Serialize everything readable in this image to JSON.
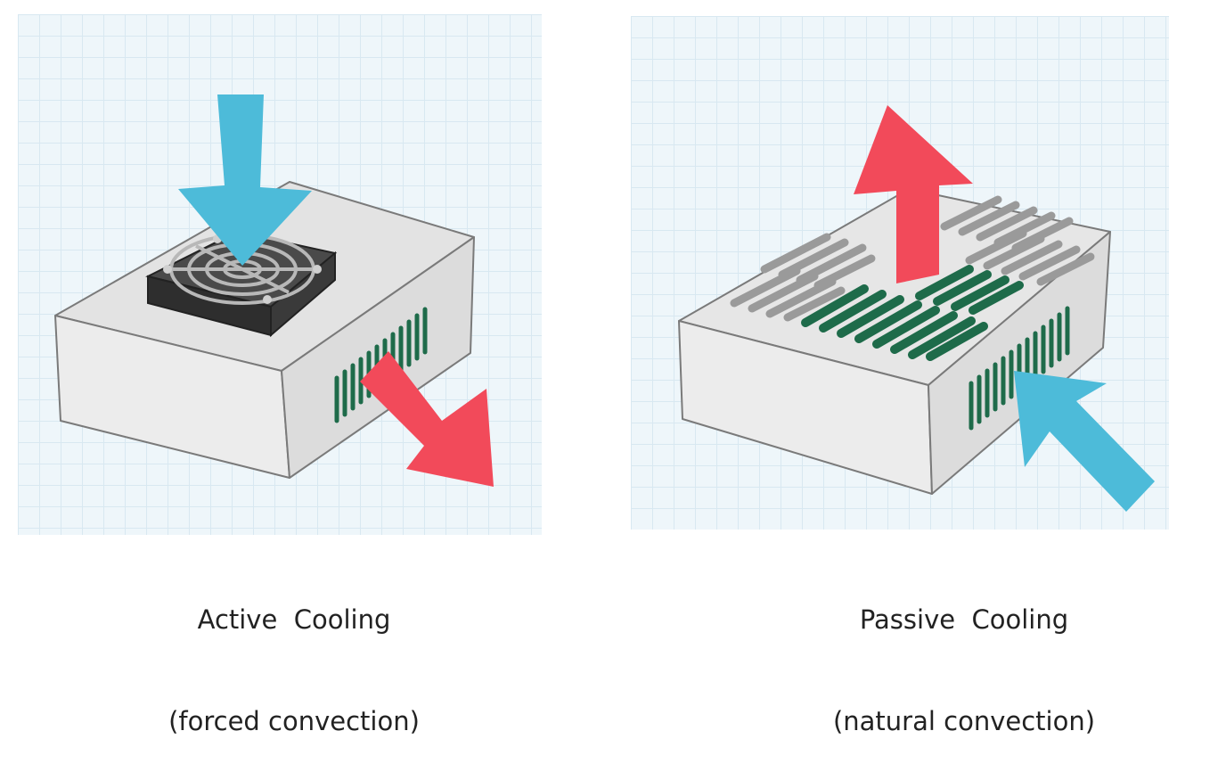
{
  "diagrams": [
    {
      "id": "active",
      "title": "Active  Cooling",
      "subtitle": "(forced convection)",
      "intake_arrow_color": "#4dbbd9",
      "exhaust_arrow_color": "#f24a5a"
    },
    {
      "id": "passive",
      "title": "Passive  Cooling",
      "subtitle": "(natural convection)",
      "intake_arrow_color": "#4dbbd9",
      "exhaust_arrow_color": "#f24a5a"
    }
  ],
  "colors": {
    "box_top": "#e3e3e3",
    "box_front": "#ececec",
    "box_side": "#dcdcdc",
    "vent_green": "#1e6b4a",
    "vent_grey": "#bcbcbc",
    "fan_body": "#3a3a3a"
  }
}
